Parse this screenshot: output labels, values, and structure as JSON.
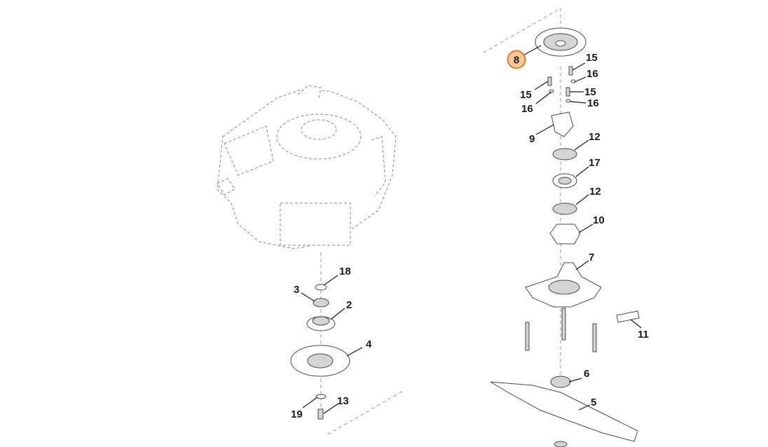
{
  "diagram": {
    "highlight_color": "#e8782a",
    "callouts": [
      {
        "id": "8",
        "label": "8",
        "highlighted": true
      },
      {
        "id": "15a",
        "label": "15"
      },
      {
        "id": "16a",
        "label": "16"
      },
      {
        "id": "15b",
        "label": "15"
      },
      {
        "id": "16b",
        "label": "16"
      },
      {
        "id": "15c",
        "label": "15"
      },
      {
        "id": "16c",
        "label": "16"
      },
      {
        "id": "9",
        "label": "9"
      },
      {
        "id": "12a",
        "label": "12"
      },
      {
        "id": "17",
        "label": "17"
      },
      {
        "id": "12b",
        "label": "12"
      },
      {
        "id": "10",
        "label": "10"
      },
      {
        "id": "7",
        "label": "7"
      },
      {
        "id": "11",
        "label": "11"
      },
      {
        "id": "6",
        "label": "6"
      },
      {
        "id": "5",
        "label": "5"
      },
      {
        "id": "18",
        "label": "18"
      },
      {
        "id": "3",
        "label": "3"
      },
      {
        "id": "2",
        "label": "2"
      },
      {
        "id": "4",
        "label": "4"
      },
      {
        "id": "19",
        "label": "19"
      },
      {
        "id": "13",
        "label": "13"
      }
    ]
  }
}
